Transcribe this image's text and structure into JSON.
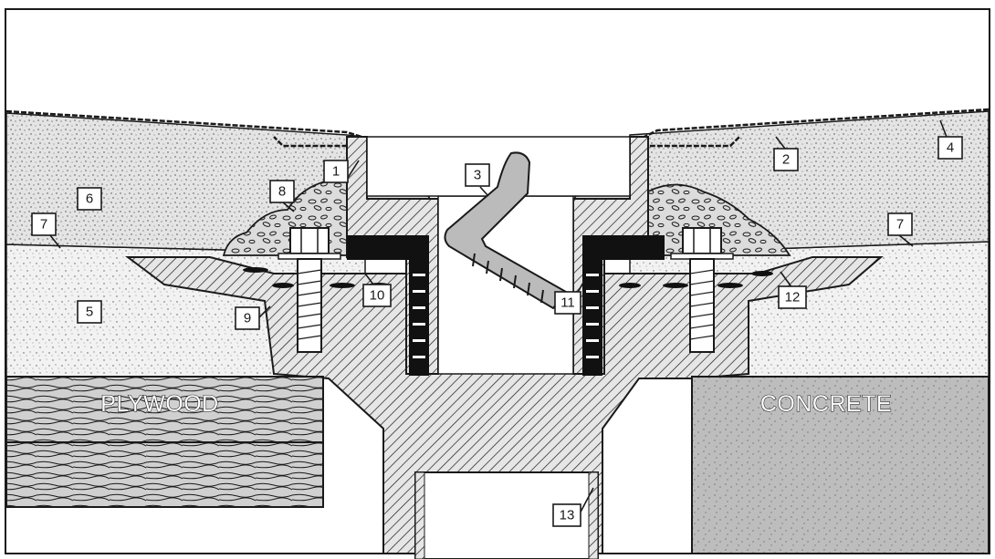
{
  "materials": {
    "left_substrate": "PLYWOOD",
    "right_substrate": "CONCRETE"
  },
  "callouts": [
    "1",
    "2",
    "3",
    "4",
    "5",
    "6",
    "7",
    "7",
    "8",
    "9",
    "10",
    "11",
    "12",
    "13"
  ],
  "colors": {
    "ink": "#1a1a1a",
    "paper": "#ffffff",
    "concrete": "#bdbdbd",
    "dark_seal": "#111111"
  },
  "icons": {
    "hatch": "diagonal-hatch-pattern",
    "speckle": "sand-speckle-pattern",
    "wood": "wood-grain-pattern",
    "aggregate": "gravel-aggregate-pattern"
  }
}
